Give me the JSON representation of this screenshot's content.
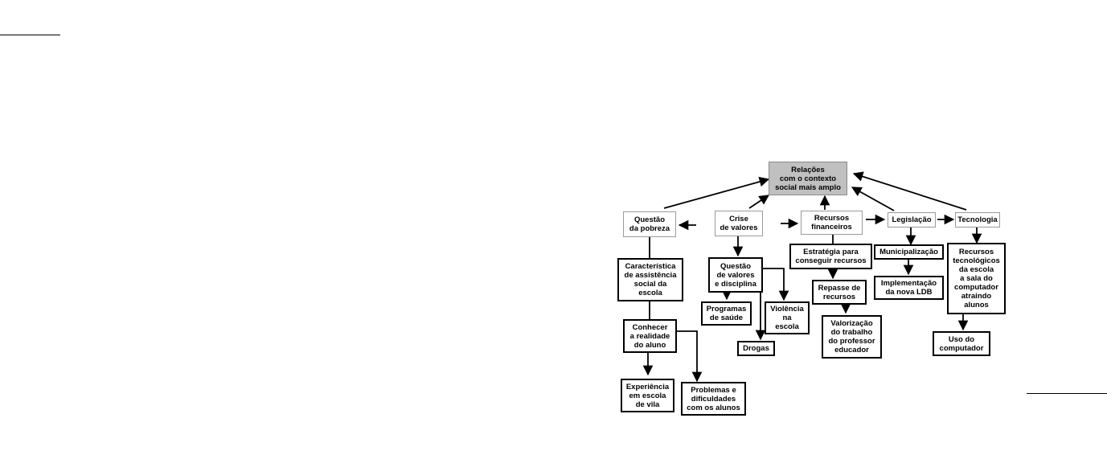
{
  "diagram": {
    "central": "Relações\ncom o contexto\nsocial mais amplo",
    "topics": {
      "pobreza": "Questão\nda pobreza",
      "crise": "Crise\nde valores",
      "recursos": "Recursos\nfinanceiros",
      "legislacao": "Legislação",
      "tecnologia": "Tecnologia"
    },
    "pobreza_children": {
      "caracteristica": "Característica\nde assistência\nsocial da\nescola",
      "conhecer": "Conhecer\na realidade\ndo aluno",
      "experiencia": "Experiência\nem escola\nde vila",
      "problemas": "Problemas e\ndificuldades\ncom os alunos"
    },
    "crise_children": {
      "questao_valores": "Questão\nde valores\ne disciplina",
      "programas": "Programas\nde saúde",
      "violencia": "Violência\nna\nescola",
      "drogas": "Drogas"
    },
    "recursos_children": {
      "estrategia": "Estratégia para\nconseguir recursos",
      "repasse": "Repasse de\nrecursos",
      "valorizacao": "Valorização\ndo trabalho\ndo professor\neducador"
    },
    "legislacao_children": {
      "municipalizacao": "Municipalização",
      "implementacao": "Implementação\nda nova LDB"
    },
    "tecnologia_children": {
      "recursos_tec": "Recursos\ntecnológicos\nda escola\na sala do\ncomputador\natraindo\nalunos",
      "uso": "Uso do\ncomputador"
    }
  }
}
